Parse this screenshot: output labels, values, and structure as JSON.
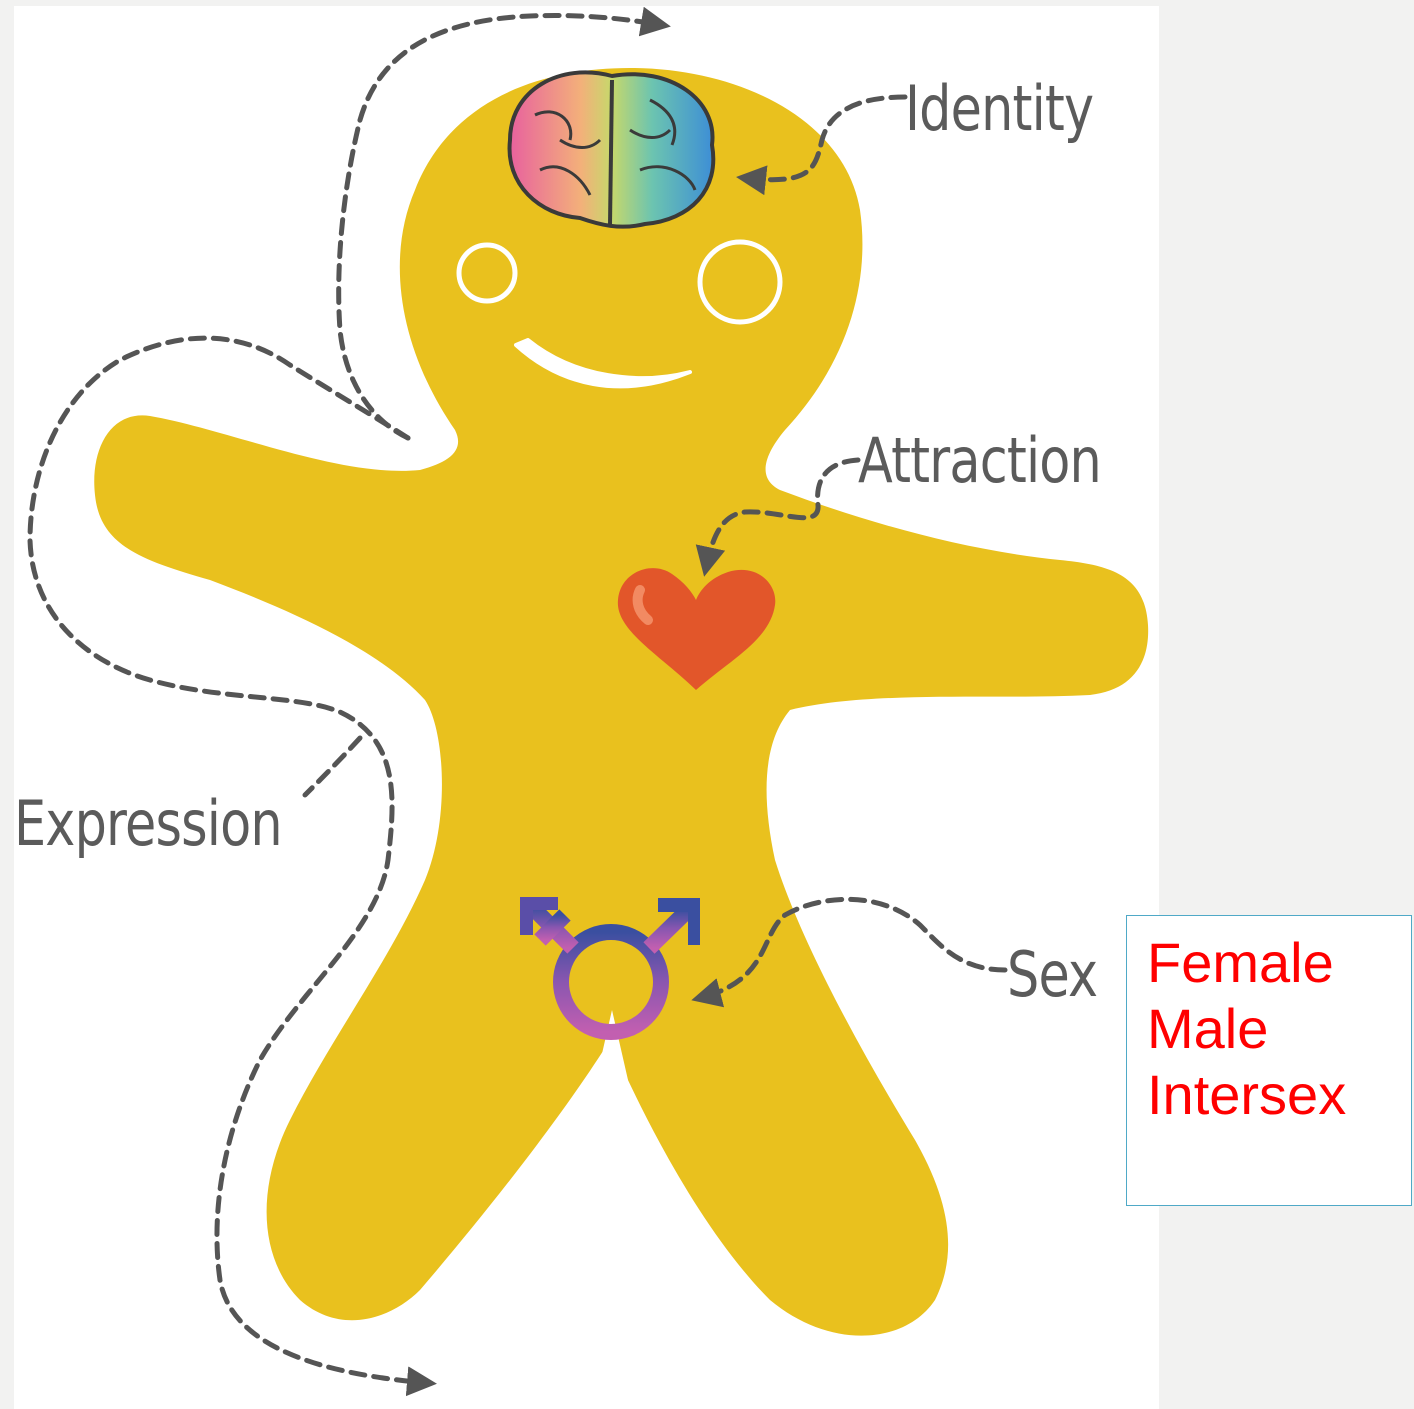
{
  "labels": {
    "identity": "Identity",
    "attraction": "Attraction",
    "expression": "Expression",
    "sex": "Sex"
  },
  "sex_options": [
    "Female",
    "Male",
    "Intersex"
  ],
  "colors": {
    "body": "#e9c11e",
    "heart": "#e2562a",
    "sex_text": "#ff0000",
    "arrow": "#555555",
    "box_border": "#4fa9c7",
    "symbol_top": "#3a4fa0",
    "symbol_bottom": "#c25fb0"
  },
  "icons": [
    "brain-icon",
    "heart-icon",
    "transgender-symbol-icon"
  ]
}
